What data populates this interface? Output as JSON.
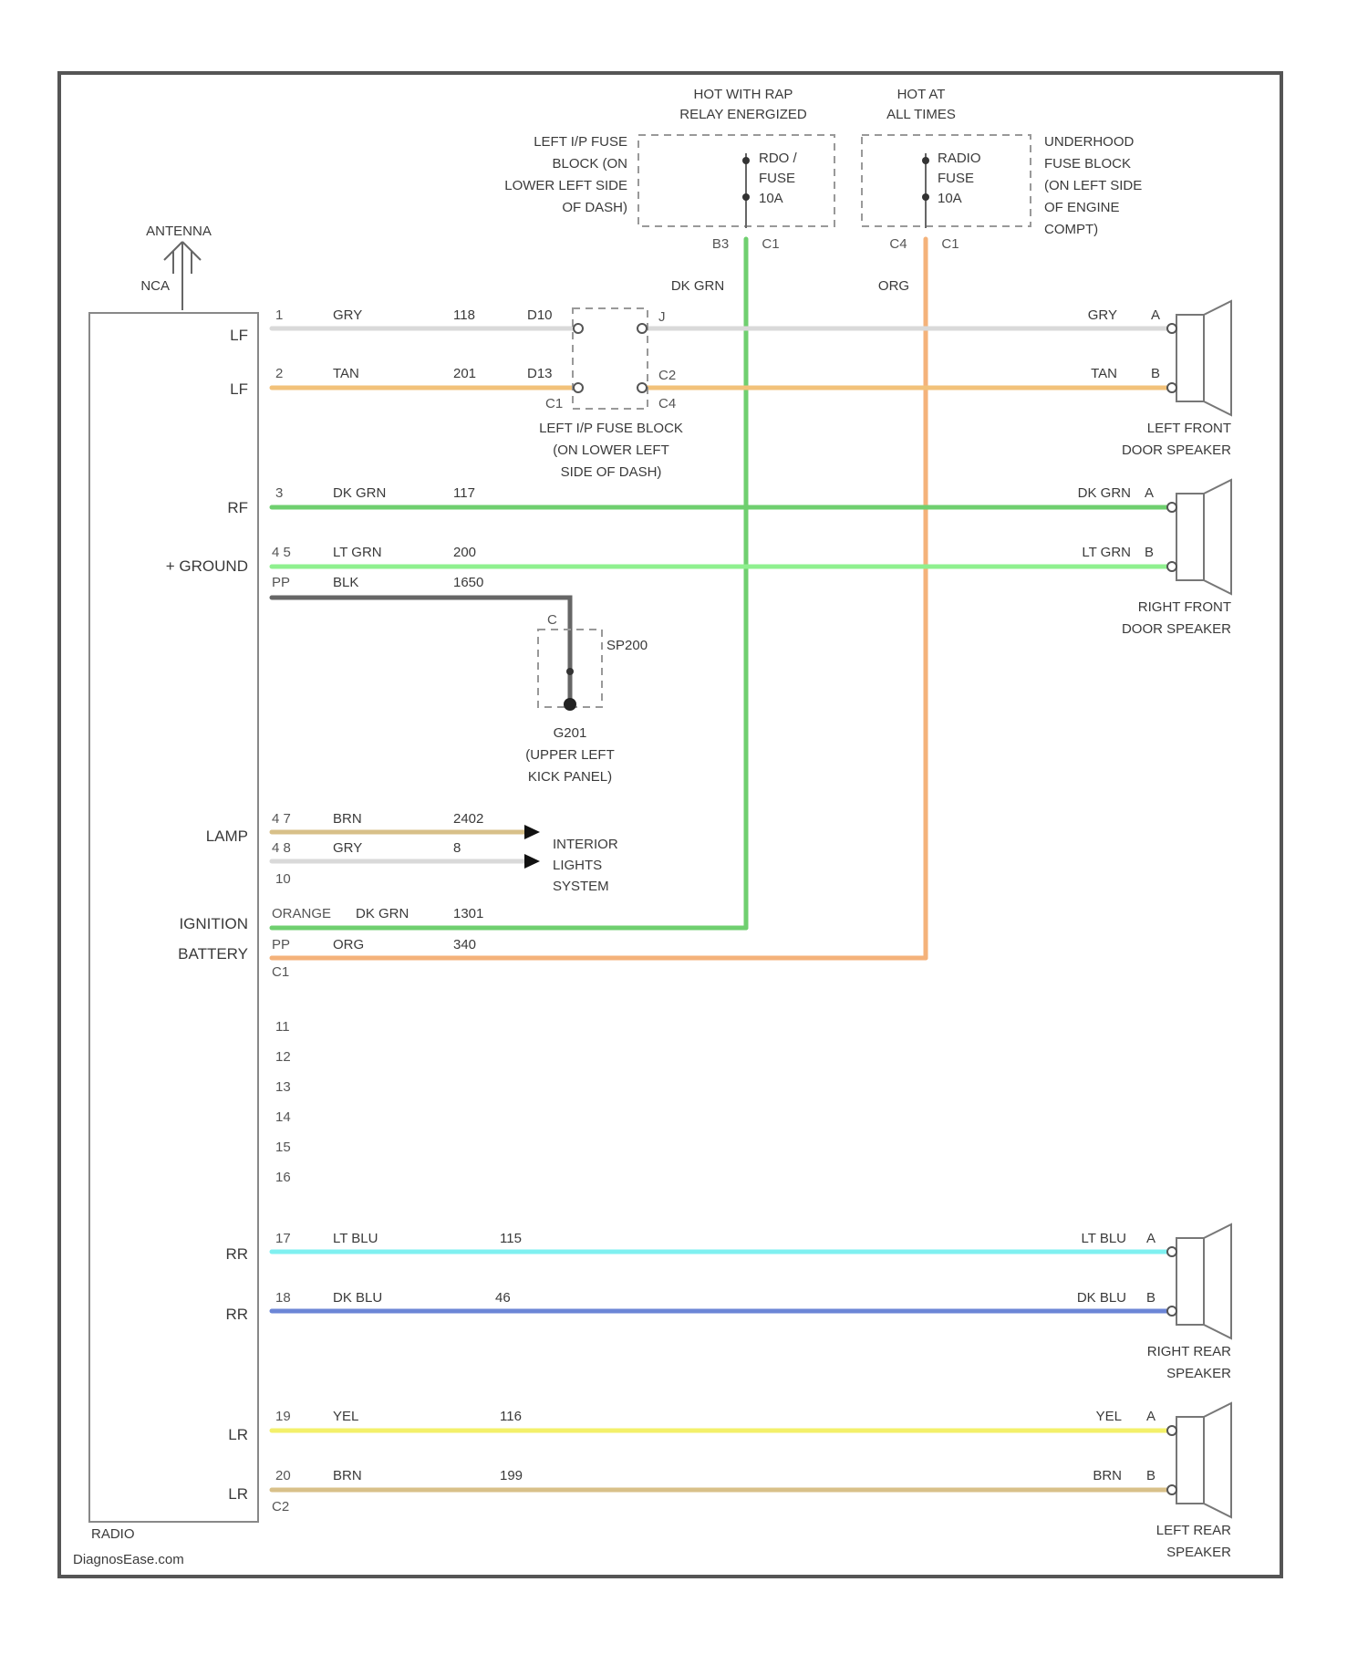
{
  "colors": {
    "gry": "#d9d9d9",
    "tan": "#f2c27a",
    "dk_grn": "#6fcf6f",
    "lt_grn": "#8ff08f",
    "blk": "#666666",
    "brn": "#d8c089",
    "org": "#f4b27a",
    "lt_blu": "#7ff0f0",
    "dk_blu": "#6c86d6",
    "yel": "#f3f06a"
  },
  "top": {
    "hot_run": [
      "HOT WITH RAP",
      "RELAY ENERGIZED"
    ],
    "hot_all": [
      "HOT AT",
      "ALL TIMES"
    ],
    "left_ip_fuse_block": [
      "LEFT I/P FUSE",
      "BLOCK (ON",
      "LOWER LEFT SIDE",
      "OF DASH)"
    ],
    "radio_fuse_left": [
      "RDO /",
      "FUSE",
      "10A"
    ],
    "radio_fuse_right": [
      "RADIO",
      "FUSE",
      "10A"
    ],
    "underhood": [
      "UNDERHOOD",
      "FUSE BLOCK",
      "(ON LEFT SIDE",
      "OF ENGINE",
      "COMPT)"
    ],
    "pin_b3": "B3",
    "pin_c1a": "C1",
    "pin_c4": "C4",
    "pin_c1b": "C1",
    "wire_dk_grn": "DK GRN",
    "wire_org": "ORG"
  },
  "antenna": {
    "label": "ANTENNA",
    "nca": "NCA"
  },
  "radio": {
    "name": "RADIO",
    "footer": "DiagnosEase.com"
  },
  "pins": [
    "LF",
    "LF",
    "RF",
    "+ GROUND",
    "LAMP",
    "IGNITION",
    "BATTERY",
    "RR",
    "RR",
    "LR",
    "LR"
  ],
  "rows": {
    "r1": {
      "pin": "1",
      "color": "GRY",
      "circuit": "118",
      "conn": "D10",
      "right": "GRY",
      "term": "A"
    },
    "r2": {
      "pin": "2",
      "color": "TAN",
      "circuit": "201",
      "conn": "D13",
      "right": "TAN",
      "term": "B"
    },
    "r3": {
      "pin": "3",
      "color": "DK GRN",
      "circuit": "117",
      "right": "DK GRN",
      "term": "A"
    },
    "r4": {
      "pin": "4 5",
      "color": "LT GRN",
      "circuit": "200",
      "right": "LT GRN",
      "term": "B"
    },
    "r5": {
      "pin": "PP",
      "color": "BLK",
      "circuit": "1650"
    },
    "r6": {
      "pin": "4 7",
      "color": "BRN",
      "circuit": "2402"
    },
    "r7": {
      "pin": "4 8",
      "color": "GRY",
      "circuit": "8"
    },
    "r8": {
      "pin": "10"
    },
    "r9": {
      "pin": "ORANGE",
      "color": "DK GRN",
      "circuit": "1301"
    },
    "r10": {
      "pin": "PP",
      "color": "ORG",
      "circuit": "340"
    },
    "r11": {
      "pin": "C1"
    },
    "r12": {
      "pin": "17",
      "color": "LT BLU",
      "circuit": "115",
      "right": "LT BLU",
      "term": "A"
    },
    "r13": {
      "pin": "18",
      "color": "DK BLU",
      "circuit": "46",
      "right": "DK BLU",
      "term": "B"
    },
    "r14": {
      "pin": "19",
      "color": "YEL",
      "circuit": "116",
      "right": "YEL",
      "term": "A"
    },
    "r15": {
      "pin": "20",
      "color": "BRN",
      "circuit": "199",
      "right": "BRN",
      "term": "B"
    },
    "r16": {
      "pin": "C2"
    }
  },
  "empty_pins": [
    "11",
    "12",
    "13",
    "14",
    "15",
    "16"
  ],
  "ip_conn": {
    "c1": "C1",
    "j": "J",
    "c2": "C2",
    "c4": "C4",
    "label": [
      "LEFT I/P FUSE BLOCK",
      "(ON LOWER LEFT",
      "SIDE OF DASH)"
    ]
  },
  "ground": {
    "c": "C",
    "sp": "SP200",
    "gnd": "G201",
    "desc": [
      "(UPPER LEFT",
      "KICK PANEL)"
    ]
  },
  "interior": [
    "INTERIOR",
    "LIGHTS",
    "SYSTEM"
  ],
  "speakers": {
    "lf": [
      "LEFT FRONT",
      "DOOR SPEAKER"
    ],
    "rf": [
      "RIGHT FRONT",
      "DOOR SPEAKER"
    ],
    "rr": [
      "RIGHT REAR",
      "SPEAKER"
    ],
    "lr": [
      "LEFT REAR",
      "SPEAKER"
    ]
  }
}
